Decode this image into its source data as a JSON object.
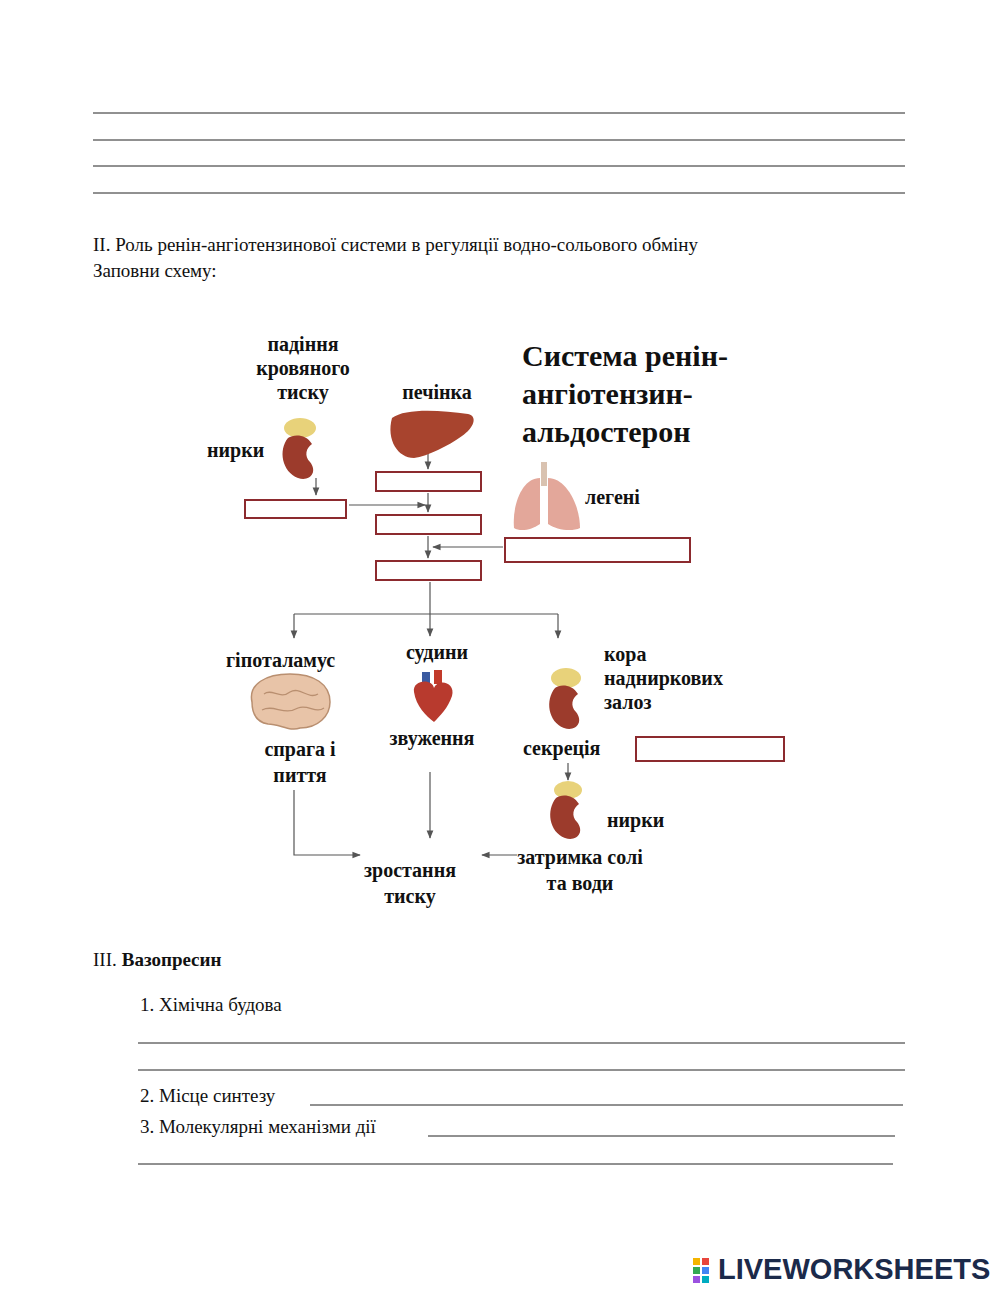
{
  "diagram": {
    "title": "Система ренін-ангіотензин-альдостерон",
    "labels": [
      "II. Роль ренін-ангіотензинової системи в регуляції водно-сольового обміну",
      "Заповни схему:",
      "падіння кровяного тиску",
      "печінка",
      "нирки",
      "легені",
      "гіпоталамус",
      "судини",
      "кора надниркових залоз",
      "спрага і пиття",
      "звуження",
      "секреція",
      "нирки",
      "затримка солі та води",
      "зростання тиску",
      "III.",
      "Вазопресин",
      "1. Хімічна будова",
      "2. Місце синтезу",
      "3. Молекулярні механізми дії",
      "LIVEWORKSHEETS"
    ]
  }
}
